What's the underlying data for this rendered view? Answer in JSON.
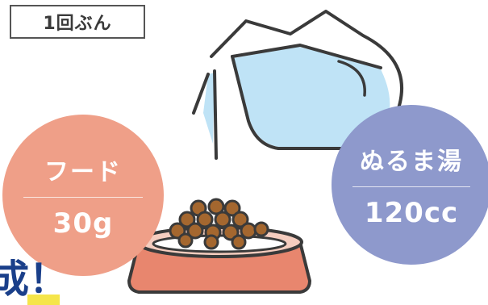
{
  "badge": {
    "label": "1回ぶん"
  },
  "food": {
    "name": "フード",
    "amount": "30g"
  },
  "water": {
    "name": "ぬるま湯",
    "amount": "120cc"
  },
  "partial_heading": {
    "text": "成！"
  },
  "icons": [
    "water-pitcher-icon",
    "kibble-bowl-icon"
  ],
  "colors": {
    "food_circle": "#ef9f88",
    "water_circle": "#8e99cc",
    "pitcher_water": "#bfe3f6",
    "bowl": "#e8866e",
    "kibble": "#a4672f",
    "outline": "#3a3a3a",
    "heading": "#1a3f8a",
    "highlight": "#f5e54a"
  }
}
